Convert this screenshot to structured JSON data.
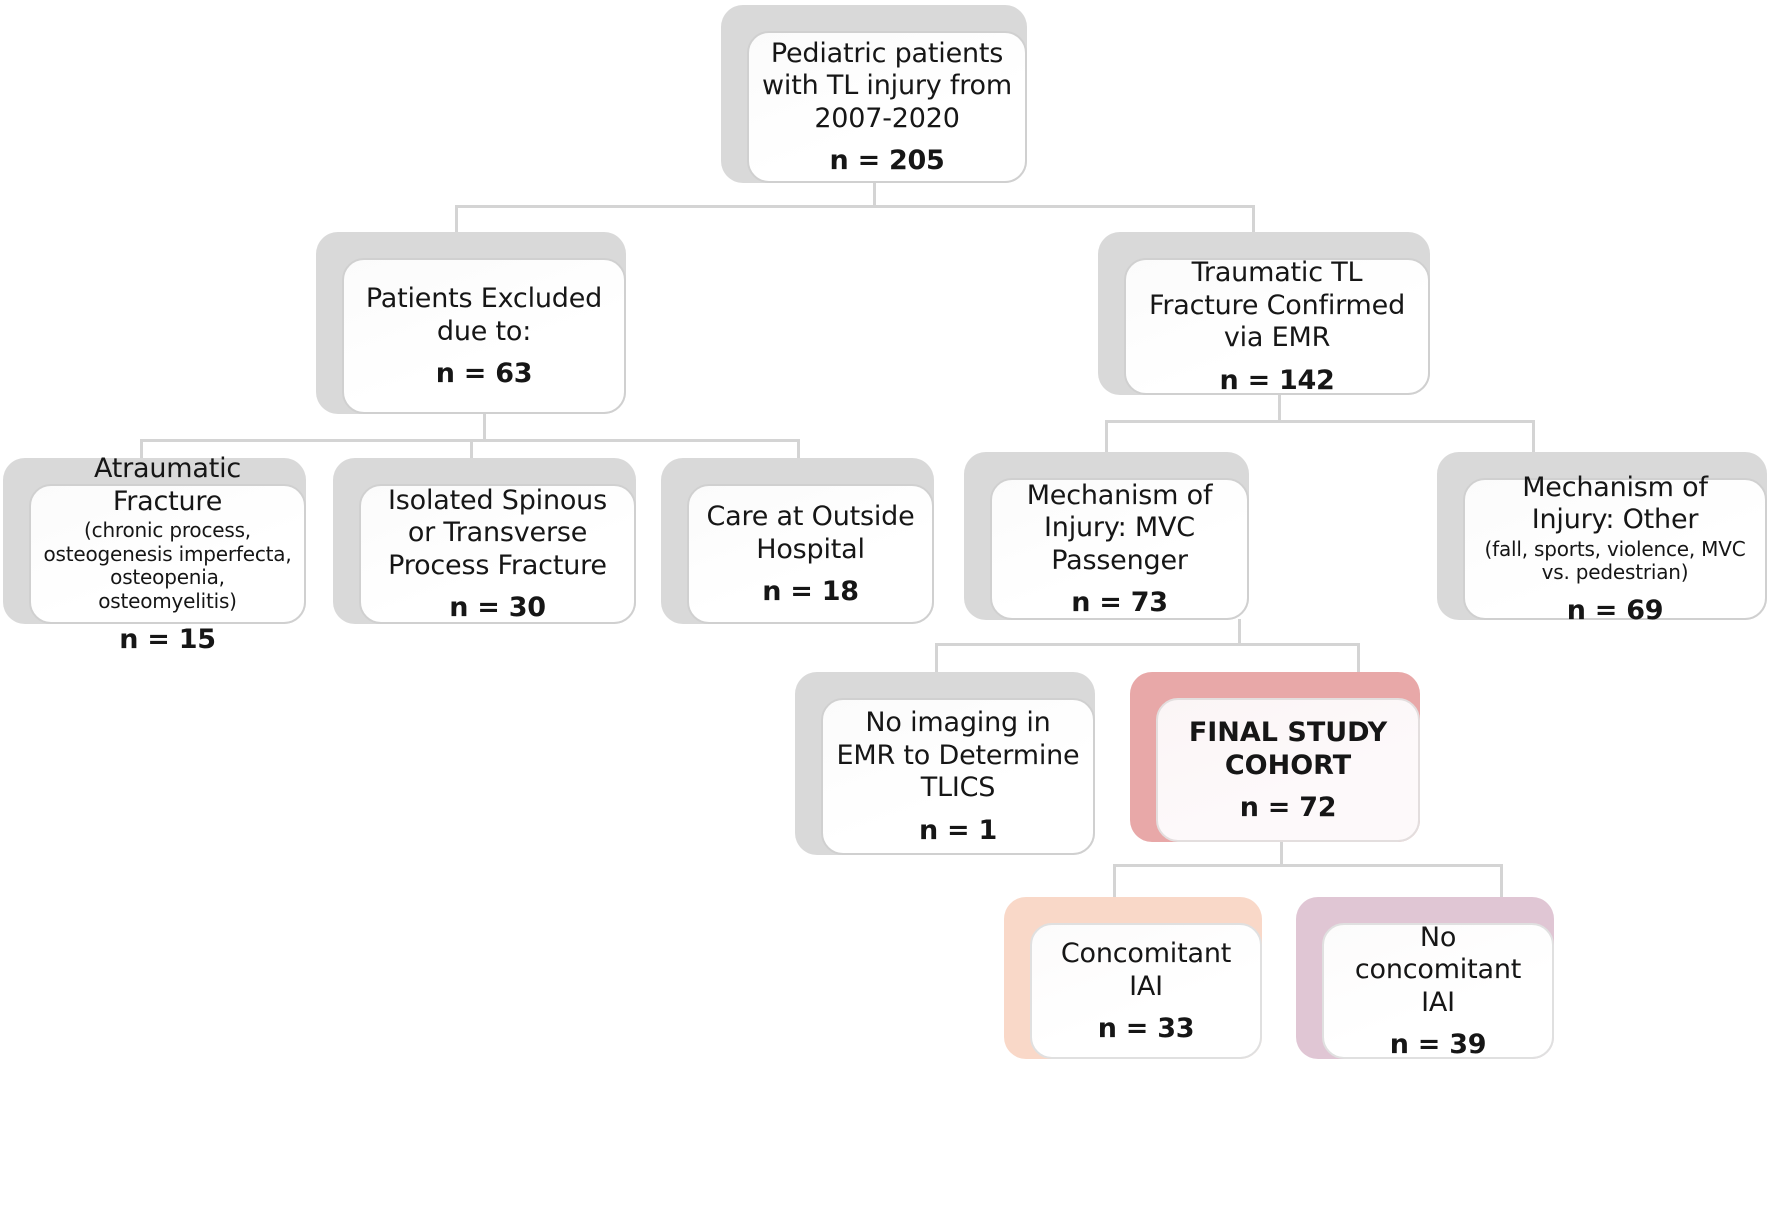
{
  "diagram": {
    "type": "consort-flowchart",
    "title": "Pediatric thoracolumbar injury patient selection flow",
    "colors": {
      "shadow_default": "#d9d9d9",
      "line": "#d4d4d4",
      "final_cohort_shadow": "#e8a8a8",
      "concomitant_iai_shadow": "#f9d8c8",
      "no_concomitant_iai_shadow": "#e0c6d4",
      "text": "#161616"
    },
    "nodes": {
      "root": {
        "title": "Pediatric patients with TL injury from 2007-2020",
        "sub": "",
        "n": "n = 205"
      },
      "excluded": {
        "title": "Patients Excluded due to:",
        "sub": "",
        "n": "n = 63"
      },
      "confirmed": {
        "title": "Traumatic TL Fracture Confirmed via EMR",
        "sub": "",
        "n": "n = 142"
      },
      "atraumatic": {
        "title": "Atraumatic Fracture",
        "sub": "(chronic process, osteogenesis imperfecta, osteopenia, osteomyelitis)",
        "n": "n = 15"
      },
      "isolated_spinous": {
        "title": "Isolated Spinous or Transverse Process Fracture",
        "sub": "",
        "n": "n = 30"
      },
      "outside_hospital": {
        "title": "Care at Outside Hospital",
        "sub": "",
        "n": "n = 18"
      },
      "moi_mvc": {
        "title": "Mechanism of Injury: MVC Passenger",
        "sub": "",
        "n": "n = 73"
      },
      "moi_other": {
        "title": "Mechanism of Injury: Other",
        "sub": "(fall, sports, violence, MVC vs. pedestrian)",
        "n": "n = 69"
      },
      "no_imaging": {
        "title": "No imaging in EMR to Determine TLICS",
        "sub": "",
        "n": "n = 1"
      },
      "final_cohort": {
        "title": "FINAL STUDY COHORT",
        "sub": "",
        "n": "n = 72"
      },
      "concomitant_iai": {
        "title": "Concomitant IAI",
        "sub": "",
        "n": "n = 33"
      },
      "no_concomitant_iai": {
        "title": "No concomitant IAI",
        "sub": "",
        "n": "n = 39"
      }
    }
  }
}
